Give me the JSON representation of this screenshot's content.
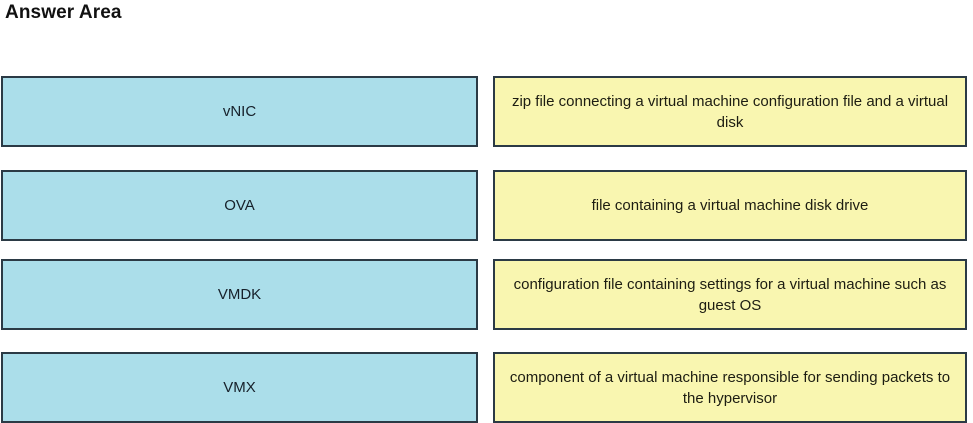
{
  "page": {
    "title": "Answer Area",
    "background_color": "#ffffff"
  },
  "colors": {
    "term_fill": "#abdeea",
    "definition_fill": "#f9f6b0",
    "border": "#2b3a45",
    "text": "#1a1a1a"
  },
  "match_rows": [
    {
      "term": "vNIC",
      "definition": "zip file connecting a virtual machine configuration file and a virtual disk"
    },
    {
      "term": "OVA",
      "definition": "file containing a virtual machine disk drive"
    },
    {
      "term": "VMDK",
      "definition": "configuration file containing settings for a virtual machine such as guest OS"
    },
    {
      "term": "VMX",
      "definition": "component of a virtual machine responsible for sending packets to the hypervisor"
    }
  ]
}
